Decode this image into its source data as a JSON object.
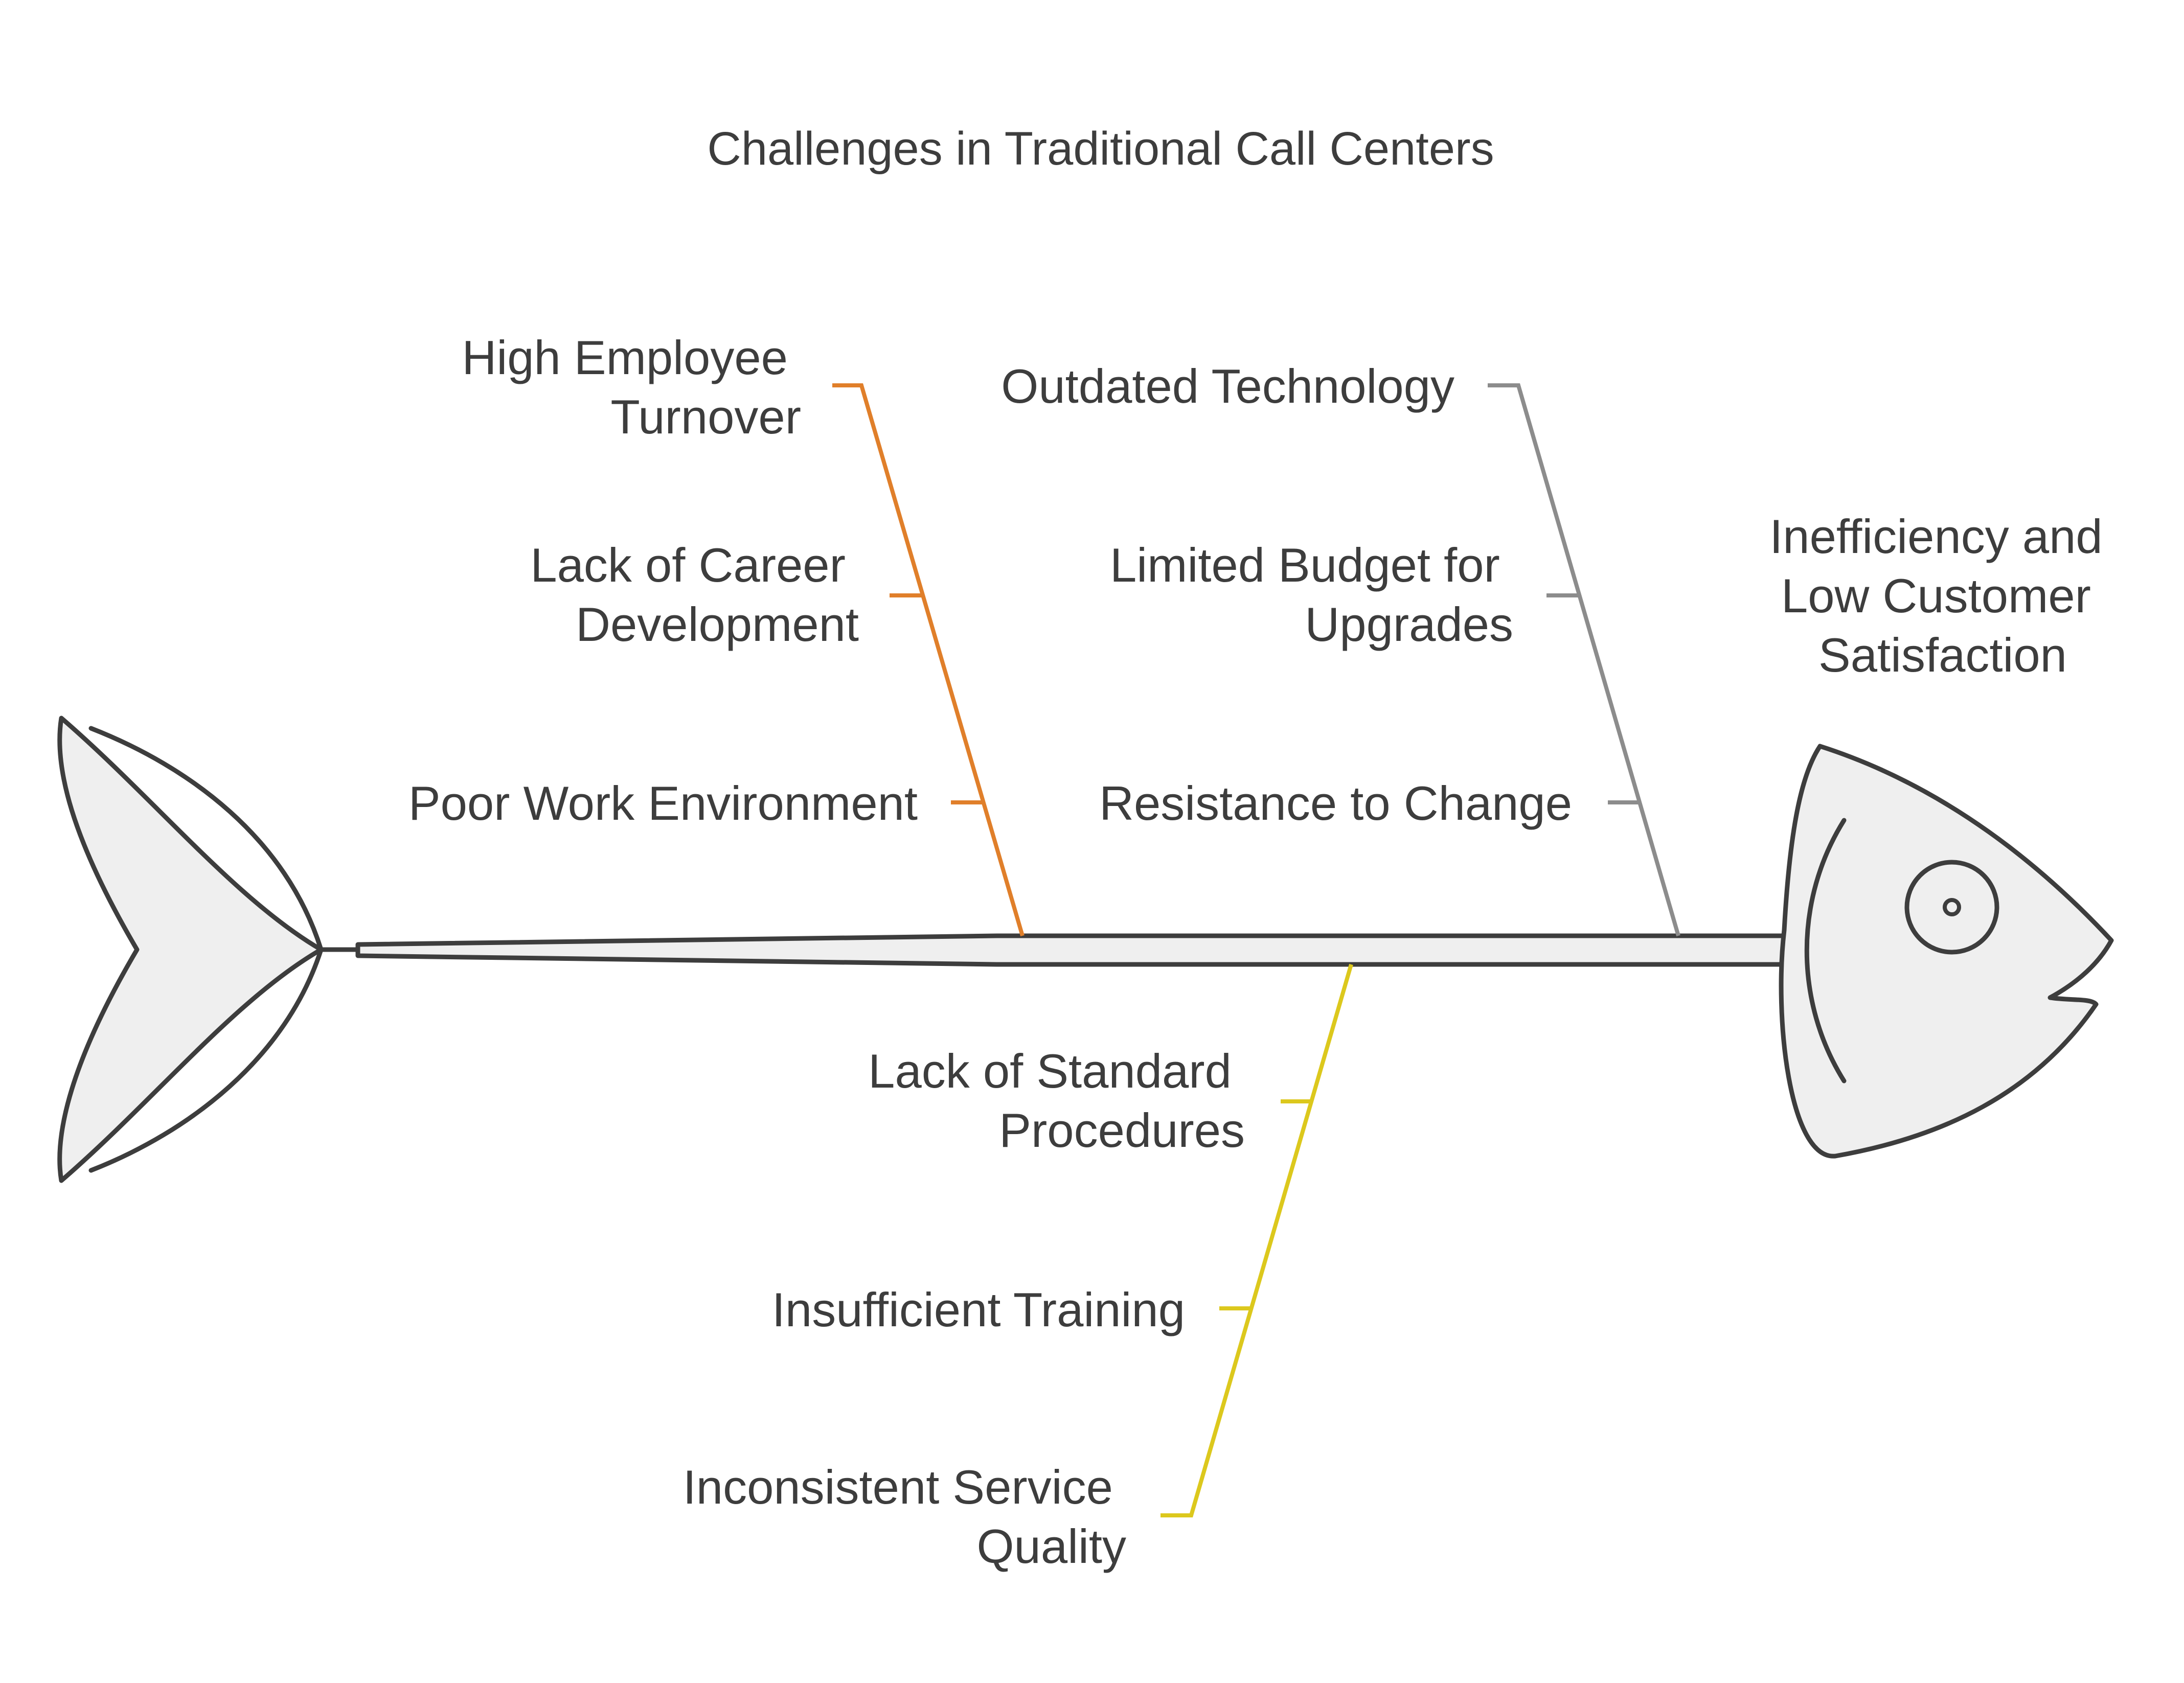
{
  "title": "Challenges in Traditional Call Centers",
  "effect": {
    "lines": [
      "Inefficiency and",
      "Low Customer",
      "Satisfaction"
    ]
  },
  "branches": [
    {
      "id": "employee",
      "color": "#e07f2a",
      "causes": [
        {
          "lines": [
            "High Employee",
            "Turnover"
          ]
        },
        {
          "lines": [
            "Lack of Career",
            "Development"
          ]
        },
        {
          "lines": [
            "Poor Work Environment"
          ]
        }
      ]
    },
    {
      "id": "technology",
      "color": "#8c8c8c",
      "causes": [
        {
          "lines": [
            "Outdated Technology"
          ]
        },
        {
          "lines": [
            "Limited Budget for",
            "Upgrades"
          ]
        },
        {
          "lines": [
            "Resistance to Change"
          ]
        }
      ]
    },
    {
      "id": "process",
      "color": "#dcc81d",
      "causes": [
        {
          "lines": [
            "Lack of Standard",
            "Procedures"
          ]
        },
        {
          "lines": [
            "Insufficient Training"
          ]
        },
        {
          "lines": [
            "Inconsistent Service",
            "Quality"
          ]
        }
      ]
    }
  ],
  "colors": {
    "outline": "#3d3d3d",
    "fill": "#efefef",
    "text": "#3d3d3d"
  }
}
